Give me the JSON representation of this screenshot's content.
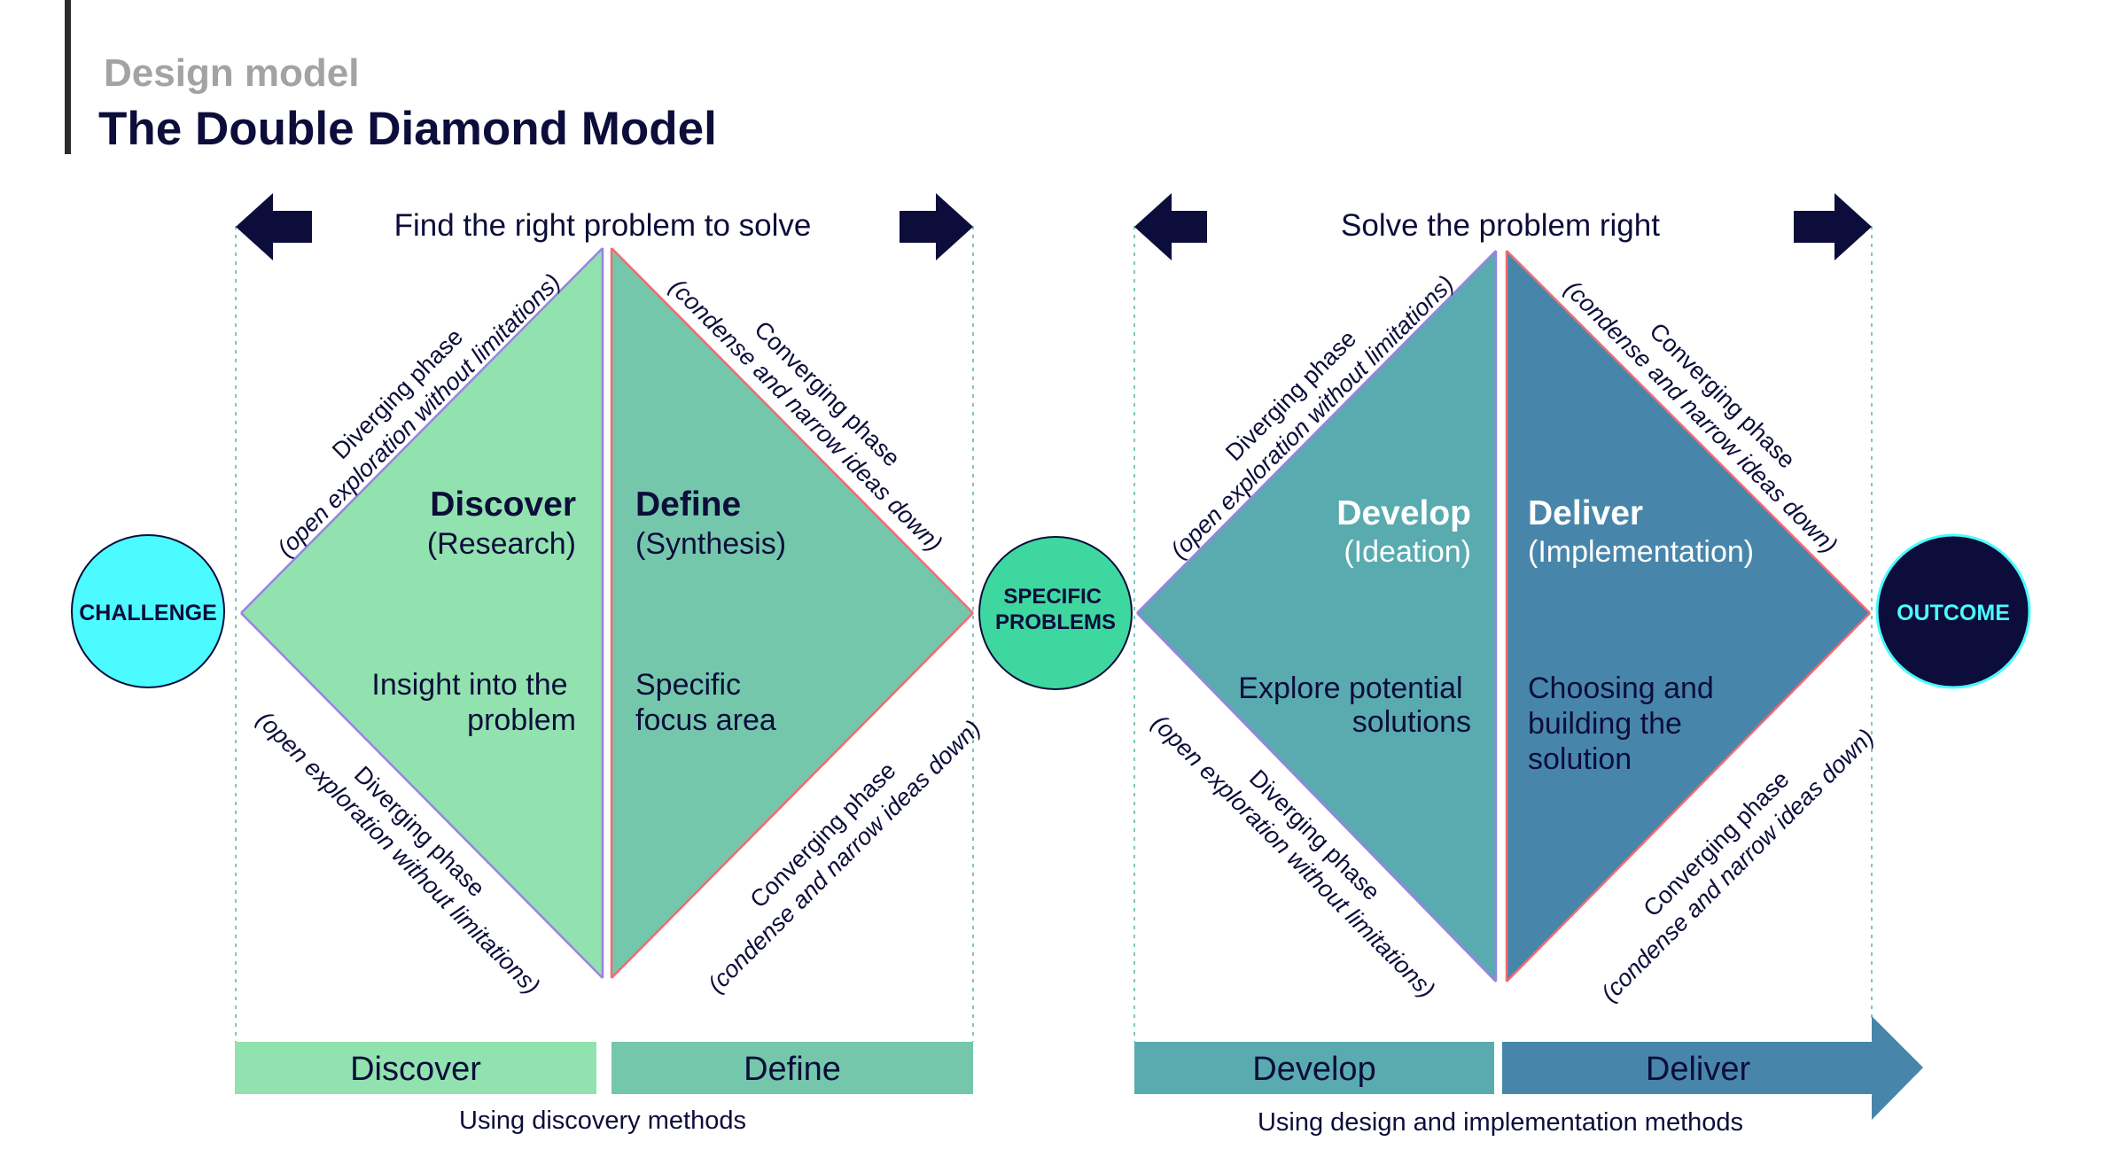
{
  "header": {
    "eyebrow": "Design model",
    "title": "The Double Diamond Model"
  },
  "start_node": "CHALLENGE",
  "mid_node": [
    "SPECIFIC",
    "PROBLEMS"
  ],
  "end_node": "OUTCOME",
  "problem_space": {
    "banner": "Find the right problem to solve",
    "discover": {
      "title": "Discover",
      "subtitle": "(Research)",
      "body": [
        "Insight into the",
        "problem"
      ]
    },
    "define": {
      "title": "Define",
      "subtitle": "(Synthesis)",
      "body": [
        "Specific",
        "focus area"
      ]
    },
    "bar_left": "Discover",
    "bar_right": "Define",
    "methods": "Using discovery methods"
  },
  "solution_space": {
    "banner": "Solve the problem right",
    "develop": {
      "title": "Develop",
      "subtitle": "(Ideation)",
      "body": [
        "Explore potential",
        "solutions"
      ]
    },
    "deliver": {
      "title": "Deliver",
      "subtitle": "(Implementation)",
      "body": [
        "Choosing and",
        "building the",
        "solution"
      ]
    },
    "bar_left": "Develop",
    "bar_right": "Deliver",
    "methods": "Using design and implementation methods"
  },
  "phases": {
    "diverging": {
      "label": "Diverging phase",
      "note": "(open exploration without limitations)"
    },
    "converging": {
      "label": "Converging phase",
      "note": "(condense and narrow ideas down)"
    }
  },
  "colors": {
    "discover": "#91e2af",
    "define": "#74c7ab",
    "develop": "#59abb0",
    "deliver": "#4786aa",
    "challenge": "#4cfbff",
    "specific_problems": "#3ed7a0",
    "outcome": "#0d0d3b",
    "navy": "#0d0d3b",
    "diverge_edge": "#9b82e3",
    "converge_edge": "#f36a73"
  }
}
